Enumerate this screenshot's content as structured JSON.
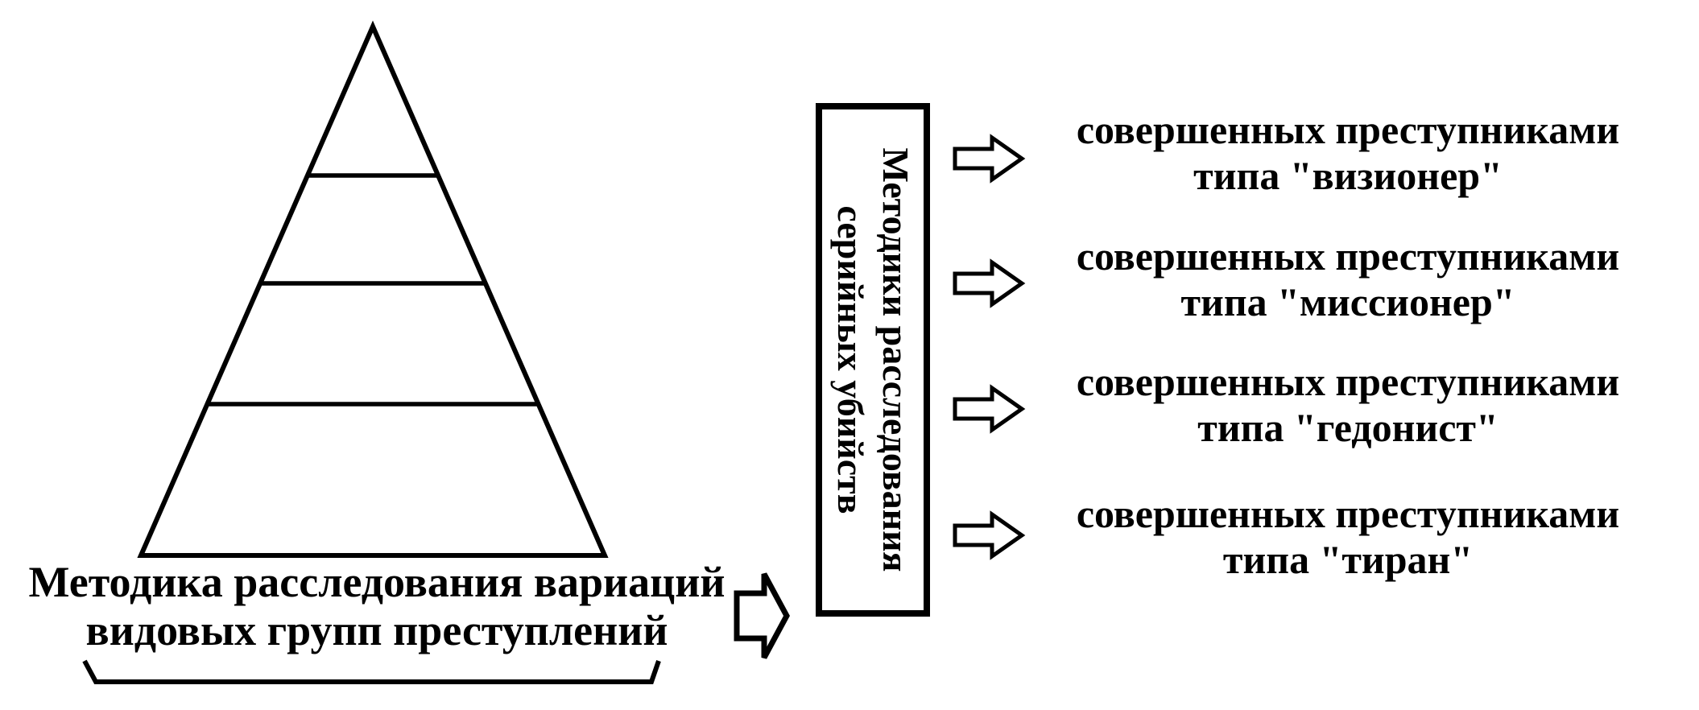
{
  "colors": {
    "ink": "#000000",
    "background": "#ffffff"
  },
  "pyramid": {
    "levels_count": 4,
    "caption_line1": "Методика расследования вариаций",
    "caption_line2": "видовых групп преступлений"
  },
  "methods_box": {
    "line1": "Методики расследования",
    "line2": "серийных убийств"
  },
  "outcomes": [
    {
      "line1": "совершенных преступниками",
      "line2": "типа \"визионер\""
    },
    {
      "line1": "совершенных преступниками",
      "line2": "типа \"миссионер\""
    },
    {
      "line1": "совершенных преступниками",
      "line2": "типа \"гедонист\""
    },
    {
      "line1": "совершенных преступниками",
      "line2": "типа \"тиран\""
    }
  ]
}
